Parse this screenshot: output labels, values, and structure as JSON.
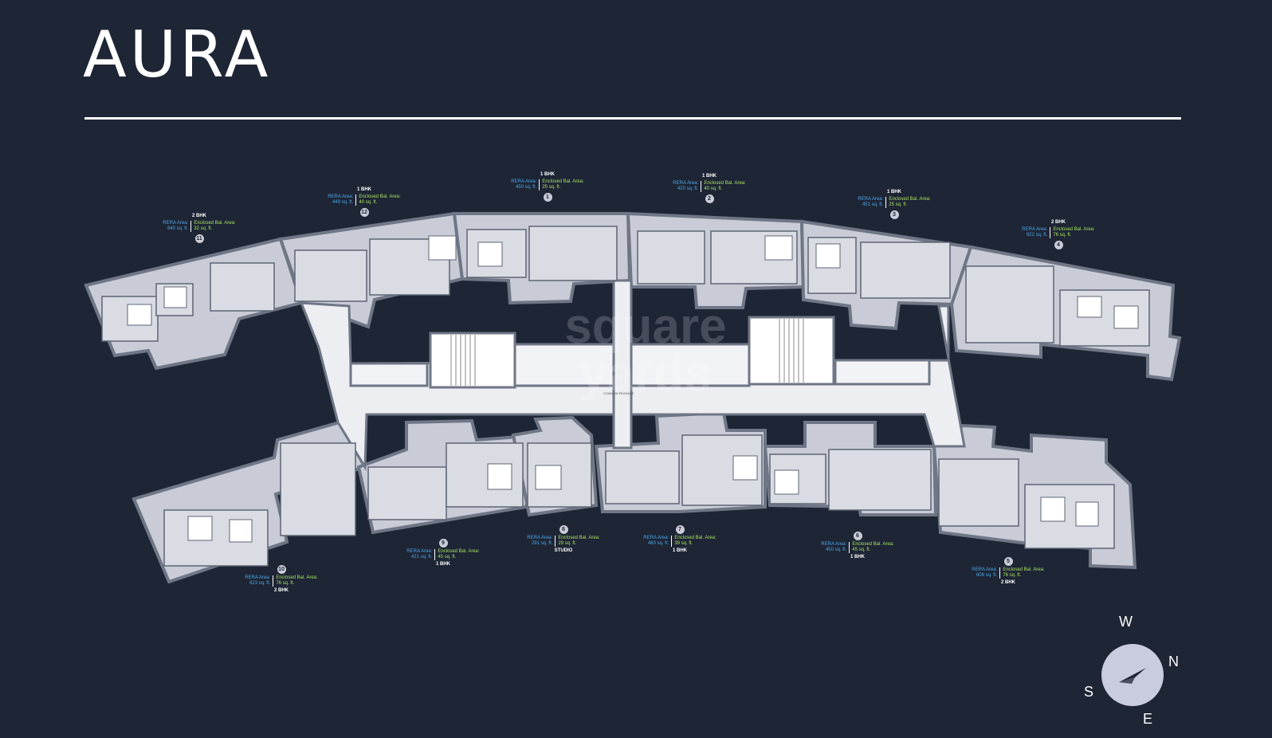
{
  "title": "AURA",
  "corridor_label": "COMMON PASSAGE",
  "watermark": "square yards",
  "units": [
    {
      "number": "1",
      "type": "1 BHK",
      "rera_label": "RERA Area:",
      "rera_value": "450 sq. ft.",
      "enclosed_label": "Enclosed Bal. Area:",
      "enclosed_value": "25 sq. ft."
    },
    {
      "number": "2",
      "type": "1 BHK",
      "rera_label": "RERA Area:",
      "rera_value": "420 sq. ft.",
      "enclosed_label": "Enclosed Bal. Area:",
      "enclosed_value": "40 sq. ft."
    },
    {
      "number": "3",
      "type": "1 BHK",
      "rera_label": "RERA Area:",
      "rera_value": "451 sq. ft.",
      "enclosed_label": "Enclosed Bal. Area:",
      "enclosed_value": "25 sq. ft."
    },
    {
      "number": "4",
      "type": "2 BHK",
      "rera_label": "RERA Area:",
      "rera_value": "622 sq. ft.",
      "enclosed_label": "Enclosed Bal. Area:",
      "enclosed_value": "76 sq. ft."
    },
    {
      "number": "5",
      "type": "2 BHK",
      "rera_label": "RERA Area:",
      "rera_value": "606 sq. ft.",
      "enclosed_label": "Enclosed Bal. Area:",
      "enclosed_value": "76 sq. ft."
    },
    {
      "number": "6",
      "type": "1 BHK",
      "rera_label": "RERA Area:",
      "rera_value": "450 sq. ft.",
      "enclosed_label": "Enclosed Bal. Area:",
      "enclosed_value": "45 sq. ft."
    },
    {
      "number": "7",
      "type": "1 BHK",
      "rera_label": "RERA Area:",
      "rera_value": "460 sq. ft.",
      "enclosed_label": "Enclosed Bal. Area:",
      "enclosed_value": "39 sq. ft."
    },
    {
      "number": "8",
      "type": "STUDIO",
      "rera_label": "RERA Area:",
      "rera_value": "291 sq. ft.",
      "enclosed_label": "Enclosed Bal. Area:",
      "enclosed_value": "29 sq. ft."
    },
    {
      "number": "9",
      "type": "1 BHK",
      "rera_label": "RERA Area:",
      "rera_value": "421 sq. ft.",
      "enclosed_label": "Enclosed Bal. Area:",
      "enclosed_value": "45 sq. ft."
    },
    {
      "number": "10",
      "type": "2 BHK",
      "rera_label": "RERA Area:",
      "rera_value": "623 sq. ft.",
      "enclosed_label": "Enclosed Bal. Area:",
      "enclosed_value": "76 sq. ft."
    },
    {
      "number": "11",
      "type": "2 BHK",
      "rera_label": "RERA Area:",
      "rera_value": "640 sq. ft.",
      "enclosed_label": "Enclosed Bal. Area:",
      "enclosed_value": "32 sq. ft."
    },
    {
      "number": "12",
      "type": "1 BHK",
      "rera_label": "RERA Area:",
      "rera_value": "449 sq. ft.",
      "enclosed_label": "Enclosed Bal. Area:",
      "enclosed_value": "40 sq. ft."
    }
  ],
  "compass": {
    "w": "W",
    "n": "N",
    "s": "S",
    "e": "E"
  },
  "colors": {
    "background": "#1e2535",
    "plan_fill": "#c9ccd6",
    "wall": "#6f7686",
    "rera": "#4aa8e8",
    "enclosed": "#a8e060"
  }
}
